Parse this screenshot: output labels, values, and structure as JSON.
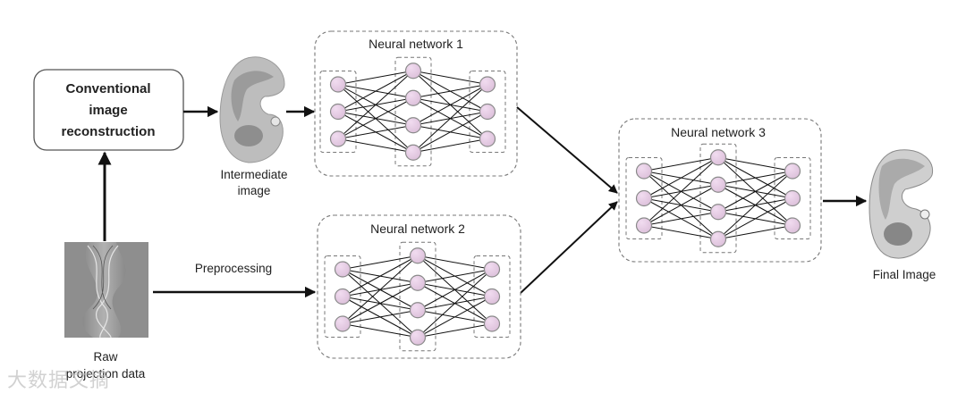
{
  "diagram": {
    "conventional_box": {
      "lines": [
        "Conventional",
        "image",
        "reconstruction"
      ]
    },
    "intermediate_image": {
      "label_lines": [
        "Intermediate",
        "image"
      ],
      "icon": "embryo-scan-icon"
    },
    "raw_data": {
      "label_lines": [
        "Raw",
        "projection data"
      ],
      "icon": "sinogram-icon"
    },
    "preprocessing_label": "Preprocessing",
    "networks": [
      {
        "title": "Neural network 1",
        "layers": [
          3,
          4,
          3
        ]
      },
      {
        "title": "Neural network 2",
        "layers": [
          3,
          4,
          3
        ]
      },
      {
        "title": "Neural network 3",
        "layers": [
          3,
          4,
          3
        ]
      }
    ],
    "final_image": {
      "label": "Final Image",
      "icon": "embryo-final-icon"
    },
    "watermark": "大数据文摘",
    "colors": {
      "node_fill": "#e8cde8",
      "node_stroke": "#8a8a8a",
      "line": "#111111",
      "dash": "#777777"
    }
  }
}
